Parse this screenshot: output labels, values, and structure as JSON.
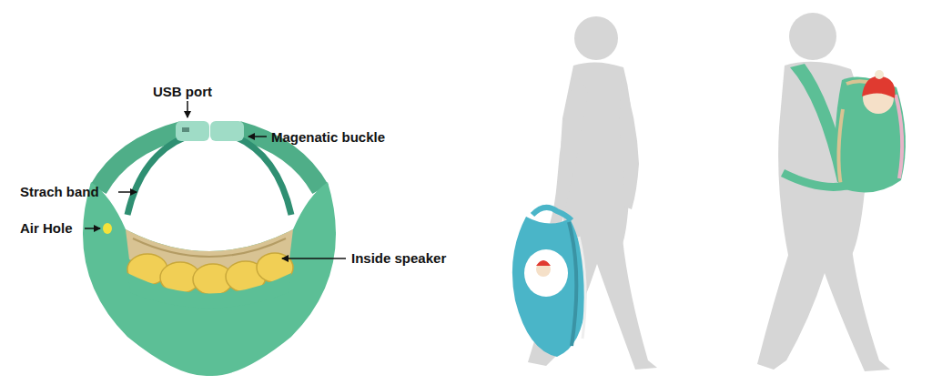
{
  "diagram": {
    "labels": [
      "USB port",
      "Magenatic buckle",
      "Strach band",
      "Inside speaker",
      "Air Hole"
    ]
  }
}
